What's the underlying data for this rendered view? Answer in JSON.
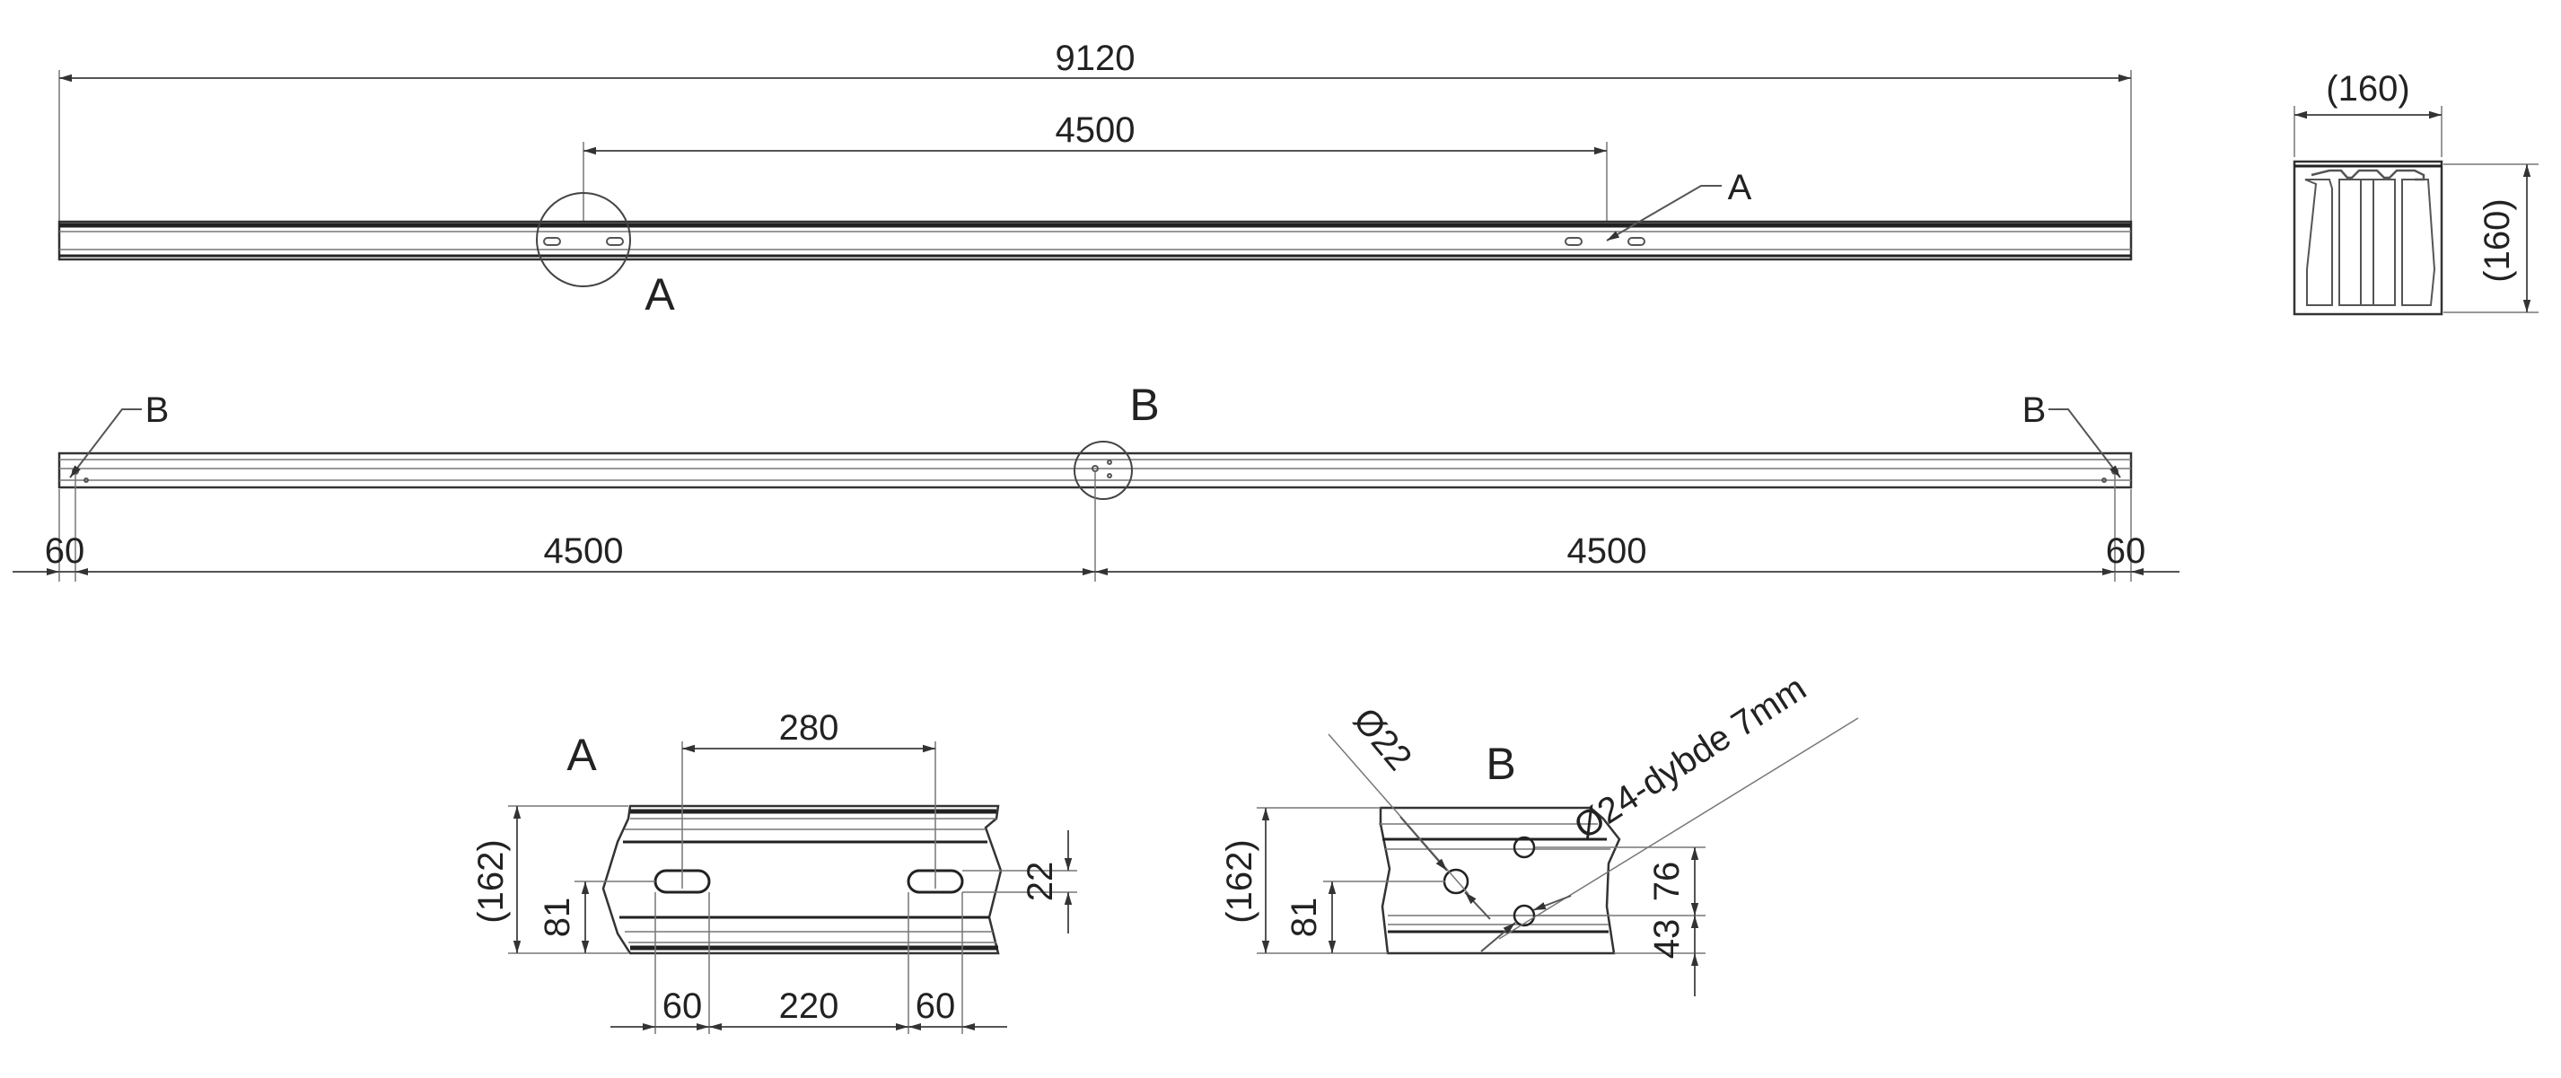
{
  "top_view": {
    "length_dim": "9120",
    "hole_spacing_dim": "4500",
    "callout_leader": "A",
    "detail_circle_label": "A"
  },
  "section_view": {
    "width_dim": "(160)",
    "height_dim": "(160)"
  },
  "side_view": {
    "callout_left": "B",
    "callout_center": "B",
    "callout_right": "B",
    "end_offset_left": "60",
    "spacing_left": "4500",
    "spacing_right": "4500",
    "end_offset_right": "60"
  },
  "detail_a": {
    "title": "A",
    "slot_spacing": "280",
    "height": "(162)",
    "center_height": "81",
    "slot_width": "22",
    "edge_left": "60",
    "slot_gap": "220",
    "edge_right": "60"
  },
  "detail_b": {
    "title": "B",
    "hole_dia": "Ø22",
    "counterbore": "Ø24-dybde 7mm",
    "height": "(162)",
    "center_height": "81",
    "upper_offset": "76",
    "lower_offset": "43"
  }
}
